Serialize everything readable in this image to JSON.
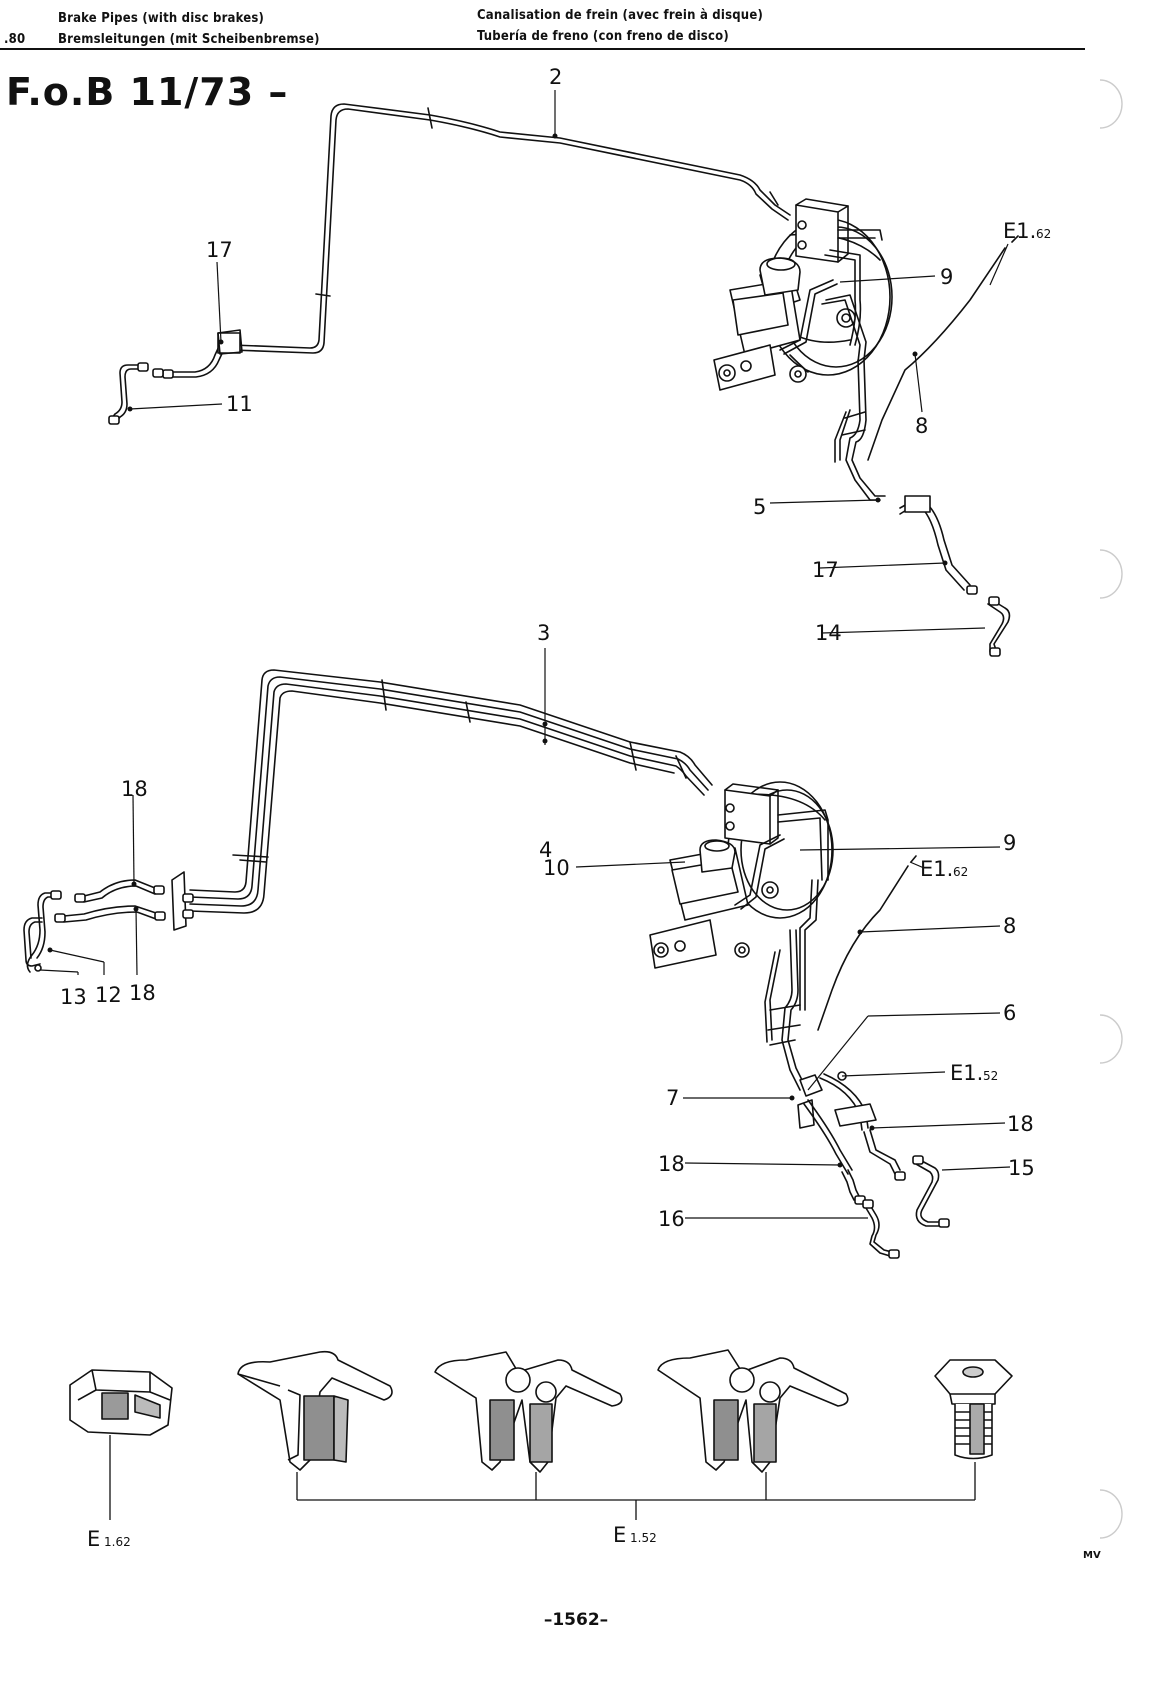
{
  "header": {
    "en": "Brake Pipes (with disc brakes)",
    "de": "Bremsleitungen (mit Scheibenbremse)",
    "fr": "Canalisation de frein (avec frein à disque)",
    "es": "Tubería de freno (con freno de disco)",
    "section_code": ".80"
  },
  "model": "F.o.B 11/73 –",
  "labels": {
    "top": {
      "l2": "2",
      "l17a": "17",
      "l11": "11",
      "l9": "9",
      "e162_main": "E1.",
      "e162_sub": "62",
      "l8": "8",
      "l5": "5",
      "l17b": "17",
      "l14": "14"
    },
    "bottom": {
      "l3": "3",
      "l4": "4",
      "l10": "10",
      "l9": "9",
      "e162_main": "E1.",
      "e162_sub": "62",
      "l8": "8",
      "l6": "6",
      "e152_main": "E1.",
      "e152_sub": "52",
      "l7": "7",
      "l18a": "18",
      "l18b": "18",
      "l18c": "18",
      "l18d": "18",
      "l15": "15",
      "l16": "16",
      "l13": "13",
      "l12": "12"
    },
    "legend": {
      "e162_main": "E",
      "e162_sub": "1.62",
      "e152_main": "E",
      "e152_sub": "1.52"
    }
  },
  "page_number": "–1562–",
  "corner_mark": "MV"
}
